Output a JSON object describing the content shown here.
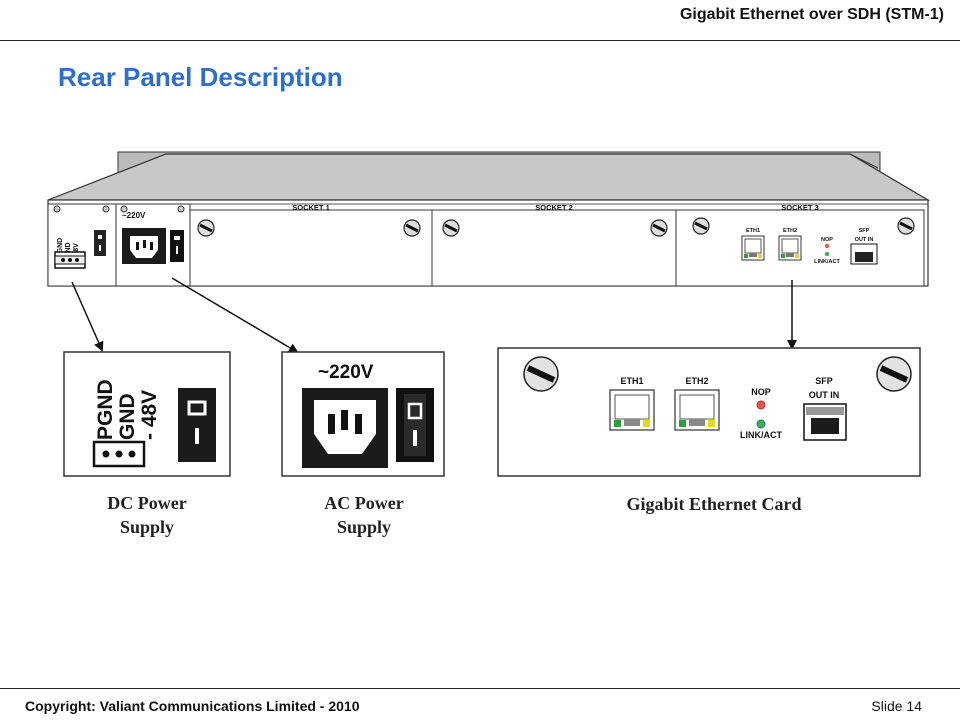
{
  "header": {
    "title": "Gigabit Ethernet over SDH (STM-1)",
    "heading": "Rear Panel Description"
  },
  "panel": {
    "dc_labels": [
      "PGND",
      "GND",
      "-48V"
    ],
    "ac_label": "~220V",
    "socket1": "SOCKET 1",
    "socket2": "SOCKET 2",
    "socket3": "SOCKET 3",
    "eth1": "ETH1",
    "eth2": "ETH2",
    "nop": "NOP",
    "link_act": "LINK/ACT",
    "sfp": "SFP",
    "out_in": "OUT  IN"
  },
  "detail": {
    "dc_labels": [
      "PGND",
      "GND",
      "- 48V"
    ],
    "ac_label": "~220V",
    "eth1": "ETH1",
    "eth2": "ETH2",
    "nop": "NOP",
    "link_act": "LINK/ACT",
    "sfp": "SFP",
    "out_in": "OUT  IN"
  },
  "captions": {
    "dc_line1": "DC Power",
    "dc_line2": "Supply",
    "ac_line1": "AC Power",
    "ac_line2": "Supply",
    "card": "Gigabit Ethernet Card"
  },
  "footer": {
    "copyright": "Copyright: Valiant Communications Limited - 2010",
    "slide": "Slide 14"
  },
  "colors": {
    "heading": "#2f6fc6",
    "chassis_top": "#c8c8c8",
    "nop_led": "#e05a4a",
    "link_led": "#3fae5a",
    "port_led_green": "#2e9e3e",
    "port_led_yellow": "#e8d23a"
  }
}
